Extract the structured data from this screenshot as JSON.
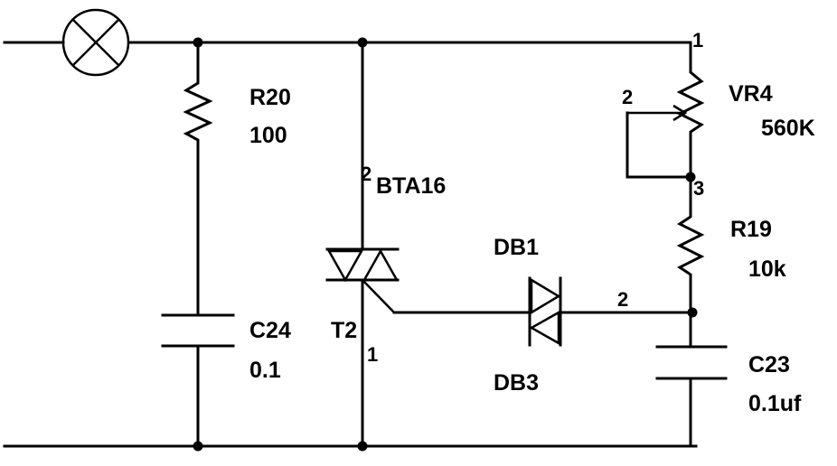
{
  "components": {
    "r20": {
      "ref": "R20",
      "value": "100"
    },
    "c24": {
      "ref": "C24",
      "value": "0.1"
    },
    "t2": {
      "ref": "T2",
      "part": "BTA16",
      "pin_top": "2",
      "pin_bottom": "1"
    },
    "db": {
      "ref_top": "DB1",
      "ref_bottom": "DB3",
      "pin": "2"
    },
    "vr4": {
      "ref": "VR4",
      "value": "560K",
      "pin1": "1",
      "pin2": "2",
      "pin3": "3"
    },
    "r19": {
      "ref": "R19",
      "value": "10k"
    },
    "c23": {
      "ref": "C23",
      "value": "0.1uf"
    }
  },
  "icons": {
    "lamp": "lamp-icon",
    "resistor": "resistor-icon",
    "capacitor": "capacitor-icon",
    "triac": "triac-icon",
    "diac": "diac-icon",
    "potentiometer": "potentiometer-icon"
  }
}
